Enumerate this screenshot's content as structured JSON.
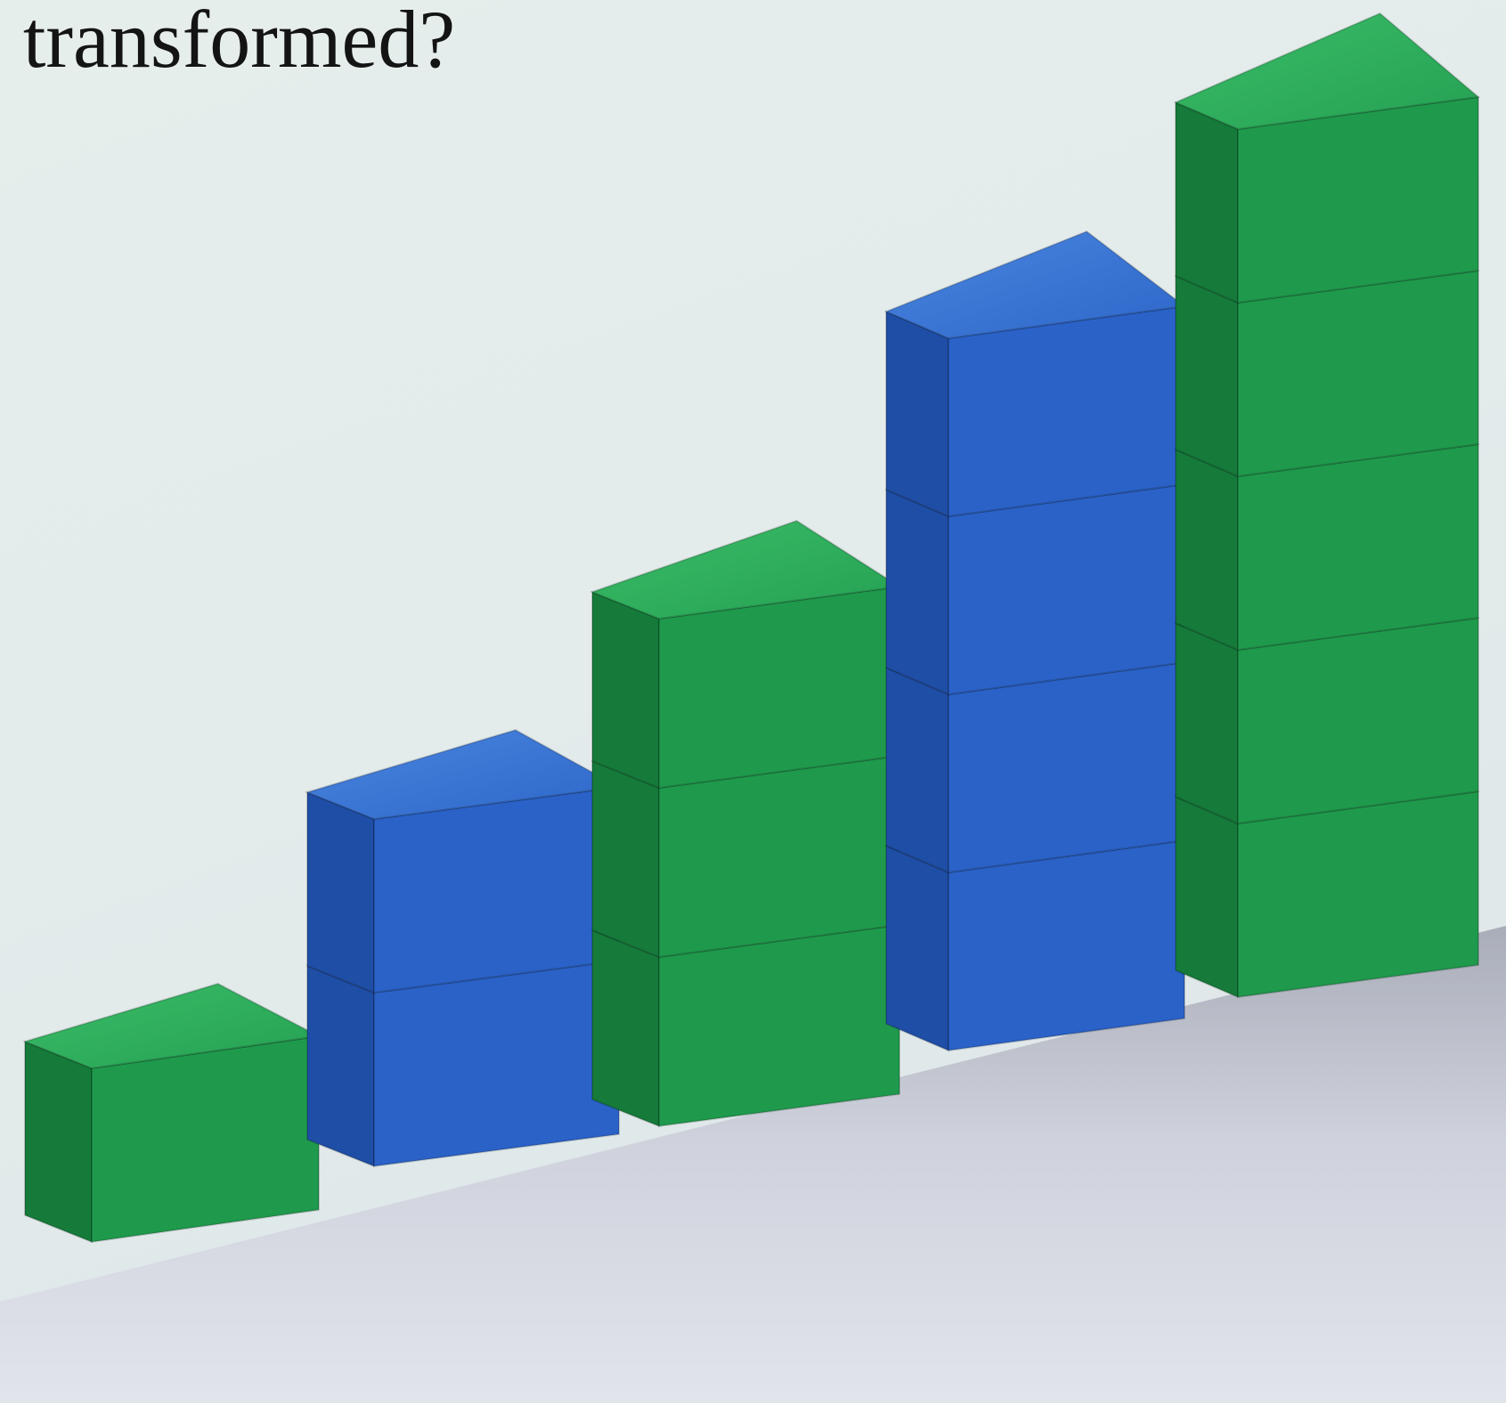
{
  "headline": {
    "text": "e transformed?"
  },
  "scene": {
    "columns": [
      {
        "color": "green",
        "count": 1
      },
      {
        "color": "blue",
        "count": 2
      },
      {
        "color": "green",
        "count": 3
      },
      {
        "color": "blue",
        "count": 4
      },
      {
        "color": "green",
        "count": 5
      }
    ],
    "palette": {
      "green_front": "#1f9a4c",
      "green_side": "#157a3a",
      "green_top": "#2fb35e",
      "blue_front": "#2a62c8",
      "blue_side": "#1f4ea6",
      "blue_top": "#3a78d8",
      "background": "#e4ecec",
      "floor": "#c9ccd6"
    }
  }
}
